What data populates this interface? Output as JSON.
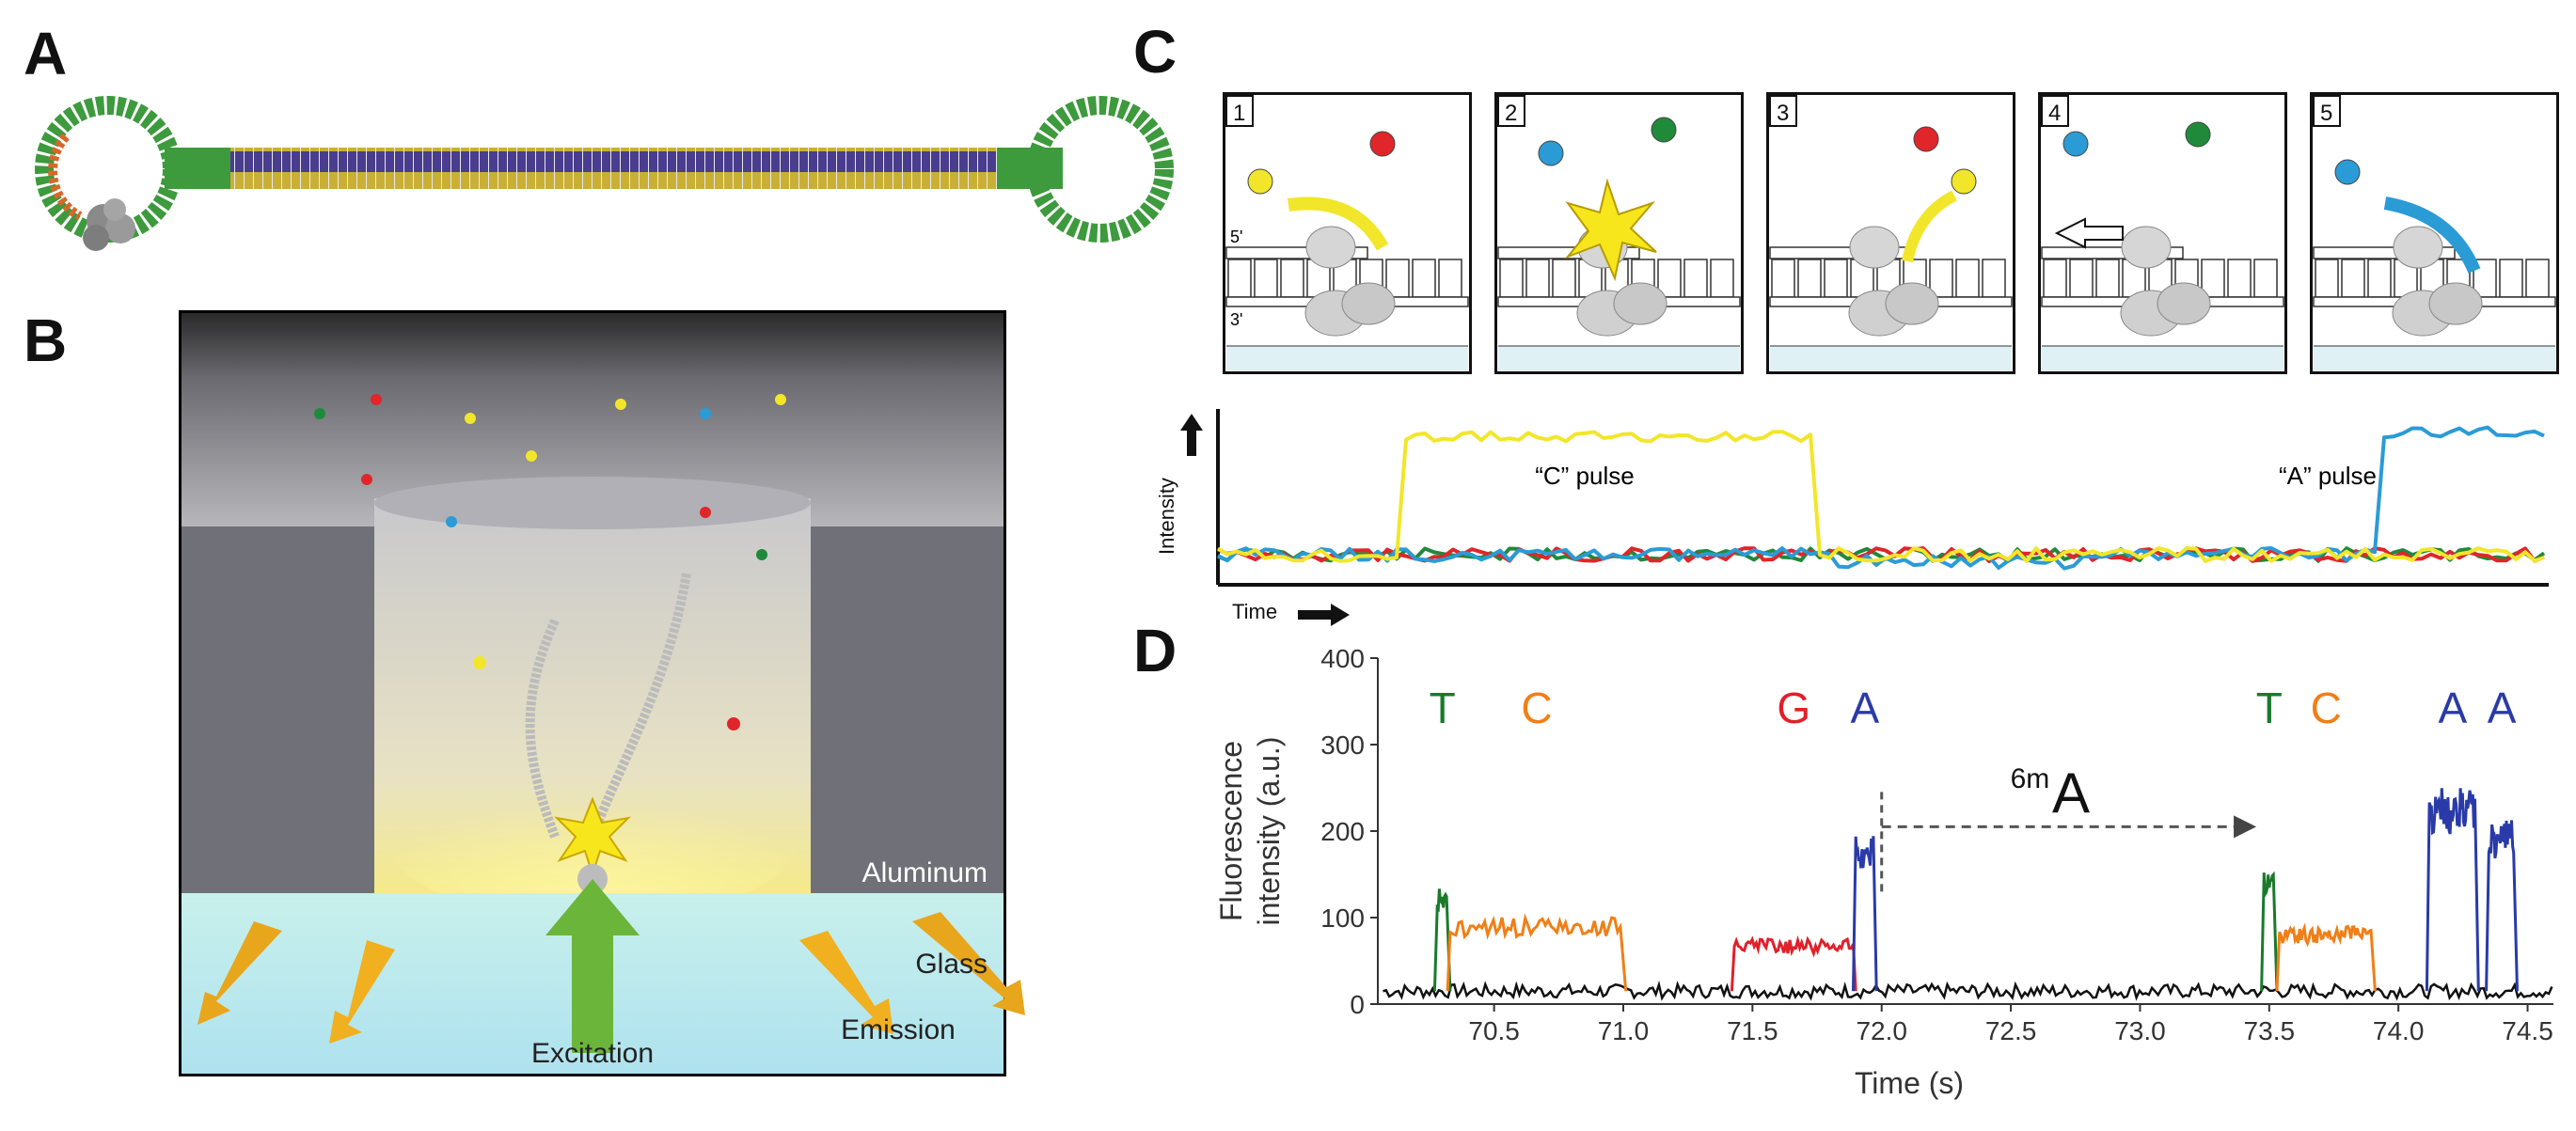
{
  "panels": {
    "a": "A",
    "b": "B",
    "c": "C",
    "d": "D"
  },
  "panel_b": {
    "label_aluminum": "Aluminum",
    "label_glass": "Glass",
    "label_excitation": "Excitation",
    "label_emission": "Emission"
  },
  "panel_c": {
    "steps": [
      "1",
      "2",
      "3",
      "4",
      "5"
    ],
    "strand_5prime": "5'",
    "strand_3prime": "3'",
    "pulse_c_label": "“C” pulse",
    "pulse_a_label": "“A” pulse",
    "ylabel": "Intensity",
    "xlabel": "Time",
    "colors": {
      "yellow": "#f2e62a",
      "blue": "#2b9bd6",
      "red": "#e0262b",
      "green": "#1f8a3a"
    }
  },
  "chart_data": {
    "type": "line",
    "xlabel": "Time (s)",
    "ylabel": "Fluorescence intensity (a.u.)",
    "xlim": [
      70.05,
      74.6
    ],
    "ylim": [
      0,
      400
    ],
    "x_ticks": [
      "70.5",
      "71.0",
      "71.5",
      "72.0",
      "72.5",
      "73.0",
      "73.5",
      "74.0",
      "74.5"
    ],
    "y_ticks": [
      "0",
      "100",
      "200",
      "300",
      "400"
    ],
    "baseline": 15,
    "pulses": [
      {
        "base": "T",
        "color": "#1a7a2c",
        "start": 70.28,
        "end": 70.32,
        "peak": 140
      },
      {
        "base": "C",
        "color": "#f07f17",
        "start": 70.33,
        "end": 71.0,
        "peak": 100
      },
      {
        "base": "G",
        "color": "#e0202a",
        "start": 71.43,
        "end": 71.89,
        "peak": 75
      },
      {
        "base": "A",
        "color": "#2a3aa8",
        "start": 71.9,
        "end": 71.97,
        "peak": 195
      },
      {
        "base": "T",
        "color": "#1a7a2c",
        "start": 73.48,
        "end": 73.52,
        "peak": 160
      },
      {
        "base": "C",
        "color": "#f07f17",
        "start": 73.54,
        "end": 73.9,
        "peak": 90
      },
      {
        "base": "A",
        "color": "#2a3aa8",
        "start": 74.12,
        "end": 74.3,
        "peak": 250
      },
      {
        "base": "A",
        "color": "#2a3aa8",
        "start": 74.35,
        "end": 74.45,
        "peak": 215
      }
    ],
    "base_labels": [
      {
        "text": "T",
        "color": "#1a7a2c"
      },
      {
        "text": "C",
        "color": "#f07f17"
      },
      {
        "text": "G",
        "color": "#e0202a"
      },
      {
        "text": "A",
        "color": "#2a3aa8"
      },
      {
        "text": "T",
        "color": "#1a7a2c"
      },
      {
        "text": "C",
        "color": "#f07f17"
      },
      {
        "text": "A",
        "color": "#2a3aa8"
      },
      {
        "text": "A",
        "color": "#2a3aa8"
      }
    ],
    "annotation": {
      "sup": "6m",
      "text": "A",
      "from_x": 72.0,
      "to_x": 73.45
    }
  }
}
